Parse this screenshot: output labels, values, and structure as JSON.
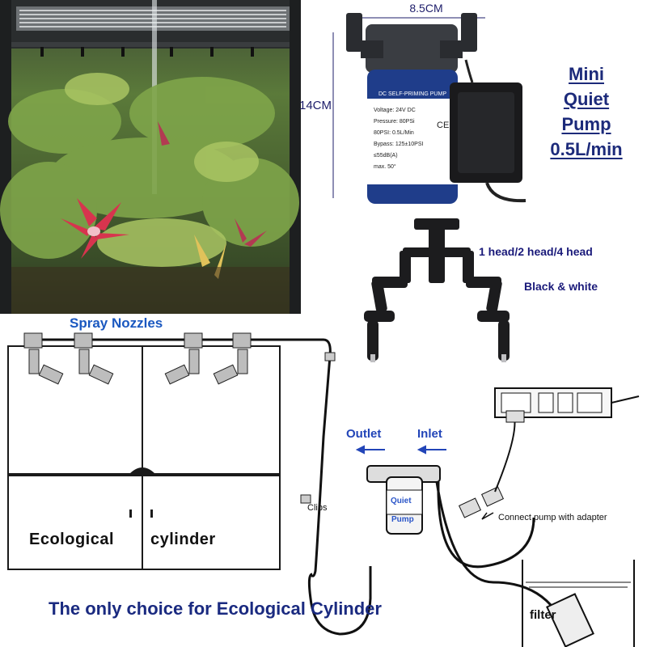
{
  "dimensions": {
    "width": "8.5CM",
    "height": "14CM"
  },
  "product_title": {
    "line1": "Mini",
    "line2": "Quiet",
    "line3": "Pump",
    "line4": "0.5L/min"
  },
  "pump_label": {
    "band": "DC SELF-PRIMING PUMP",
    "voltage": "Voltage: 24V DC",
    "pressure": "Pressure: 80PSi",
    "flow": "80PSI: 0.5L/Min",
    "bypass": "Bypass: 125±10PSI",
    "noise": "≤55dB(A)",
    "temp": "max. 50°",
    "ce": "CE"
  },
  "nozzle_options": {
    "heads": "1 head/2 head/4 head",
    "colors": "Black & white"
  },
  "diagram": {
    "spray_nozzles": "Spray Nozzles",
    "outlet": "Outlet",
    "inlet": "Inlet",
    "clips": "Clips",
    "connect_adapter": "Connect pump with adapter",
    "cylinder_word1": "Ecological",
    "cylinder_word2": "cylinder",
    "filter": "filter",
    "pump_quiet": "Quiet",
    "pump_pump": "Pump"
  },
  "footer": "The only choice for Ecological Cylinder",
  "colors": {
    "accent": "#1c2a7a",
    "link_blue": "#1a58c0",
    "pump_body": "#1f3d8a"
  }
}
